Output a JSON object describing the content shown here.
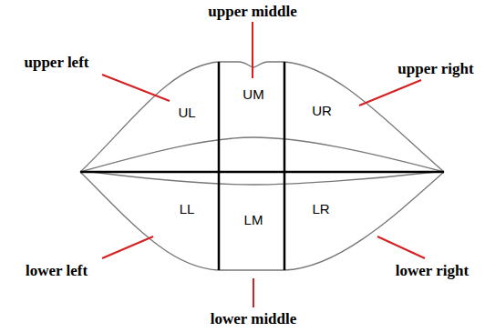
{
  "diagram": {
    "labels": [
      "upper middle",
      "upper left",
      "UM",
      "upper right",
      "UL",
      "UR",
      "LL",
      "LM",
      "LR",
      "lower left",
      "lower right",
      "lower middle"
    ]
  }
}
